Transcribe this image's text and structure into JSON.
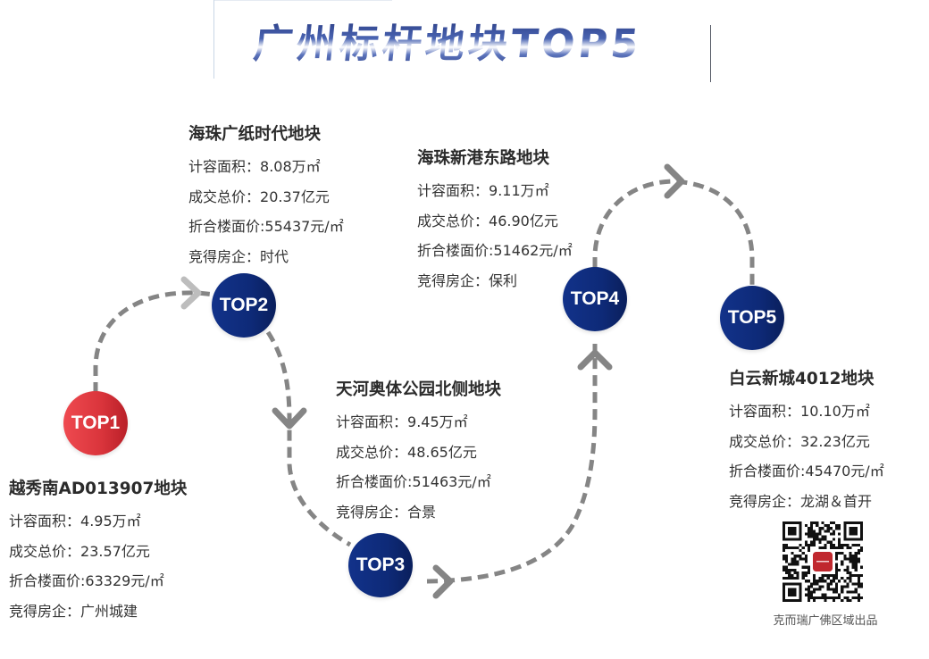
{
  "title": "广州标杆地块TOP5",
  "colors": {
    "top1": "#e03a41",
    "others": "#0f2c7e",
    "path": "#858585",
    "text": "#333333"
  },
  "labels": {
    "area": "计容面积：",
    "price": "成交总价：",
    "unit_price": "折合楼面价:",
    "developer": "竞得房企："
  },
  "plots": [
    {
      "rank": "TOP1",
      "name": "越秀南AD013907地块",
      "area": "4.95万㎡",
      "price": "23.57亿元",
      "unit_price": "63329元/㎡",
      "developer": "广州城建"
    },
    {
      "rank": "TOP2",
      "name": "海珠广纸时代地块",
      "area": "8.08万㎡",
      "price": "20.37亿元",
      "unit_price": "55437元/㎡",
      "developer": "时代"
    },
    {
      "rank": "TOP3",
      "name": "天河奥体公园北侧地块",
      "area": "9.45万㎡",
      "price": "48.65亿元",
      "unit_price": "51463元/㎡",
      "developer": "合景"
    },
    {
      "rank": "TOP4",
      "name": "海珠新港东路地块",
      "area": "9.11万㎡",
      "price": "46.90亿元",
      "unit_price": "51462元/㎡",
      "developer": "保利"
    },
    {
      "rank": "TOP5",
      "name": "白云新城4012地块",
      "area": "10.10万㎡",
      "price": "32.23亿元",
      "unit_price": "45470元/㎡",
      "developer": "龙湖＆首开"
    }
  ],
  "footer": {
    "qr_icon": "qr-code",
    "caption": "克而瑞广佛区域出品"
  }
}
